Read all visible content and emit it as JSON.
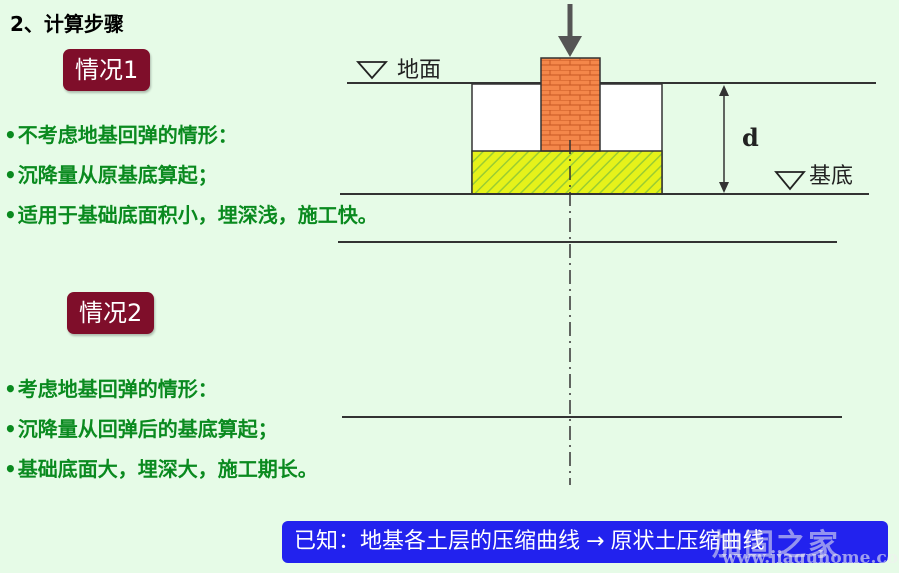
{
  "title": "2、计算步骤",
  "cases": [
    {
      "badge": "情况1",
      "bullets": [
        "不考虑地基回弹的情形：",
        "沉降量从原基底算起；",
        "适用于基础底面积小，埋深浅，施工快。"
      ]
    },
    {
      "badge": "情况2",
      "bullets": [
        "考虑地基回弹的情形：",
        "沉降量从回弹后的基底算起；",
        "基础底面大，埋深大，施工期长。"
      ]
    }
  ],
  "diagram": {
    "ground_label": "地面",
    "base_label": "基底",
    "depth_label": "d",
    "colors": {
      "column": "#f4874a",
      "column_brick": "#c85a24",
      "footing": "#e6f21a",
      "footing_hatch": "#9acd32",
      "load_arrow": "#555555",
      "line": "#333333"
    }
  },
  "known": {
    "prefix": "已知：地基各土层的压缩曲线",
    "arrow": "→",
    "suffix": "原状土压缩曲线",
    "bg_color": "#2222ee"
  },
  "watermark": {
    "text": "加固之家",
    "url": "www.jiaguhome.com"
  }
}
